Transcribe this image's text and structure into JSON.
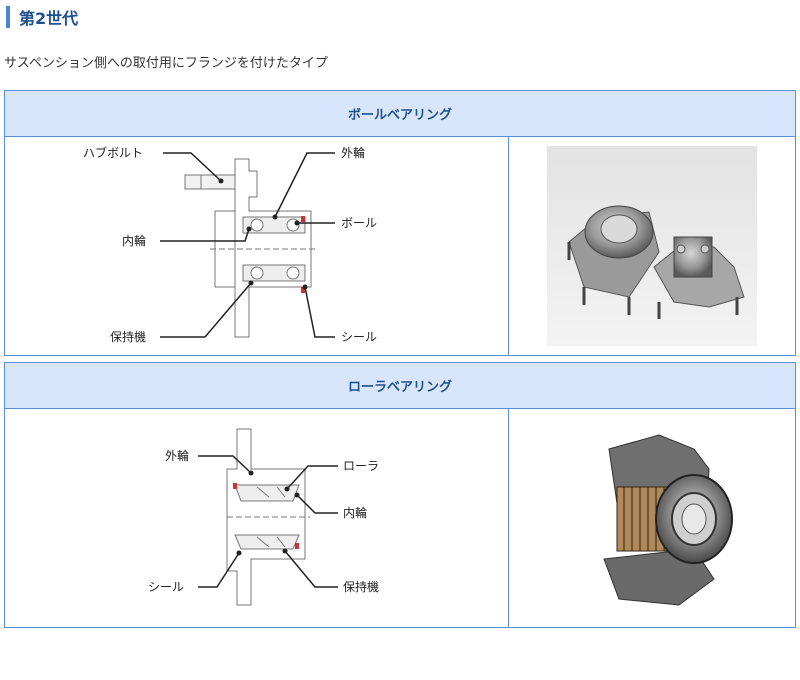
{
  "section": {
    "title": "第2世代",
    "description": "サスペンション側への取付用にフランジを付けたタイプ"
  },
  "tables": [
    {
      "header": "ボールベアリング",
      "labels": {
        "hub_bolt": "ハブボルト",
        "outer_ring": "外輪",
        "inner_ring": "内輪",
        "ball": "ボール",
        "cage": "保持機",
        "seal": "シール"
      },
      "photo_icon": "ball-bearing-unit-photo"
    },
    {
      "header": "ローラベアリング",
      "labels": {
        "outer_ring": "外輪",
        "roller": "ローラ",
        "inner_ring": "内輪",
        "seal": "シール",
        "cage": "保持機"
      },
      "photo_icon": "roller-bearing-unit-photo"
    }
  ],
  "colors": {
    "accent": "#4a86d8",
    "header_bg": "#d8e6fb",
    "heading_text": "#1d4f91",
    "border": "#5b8fd4"
  }
}
